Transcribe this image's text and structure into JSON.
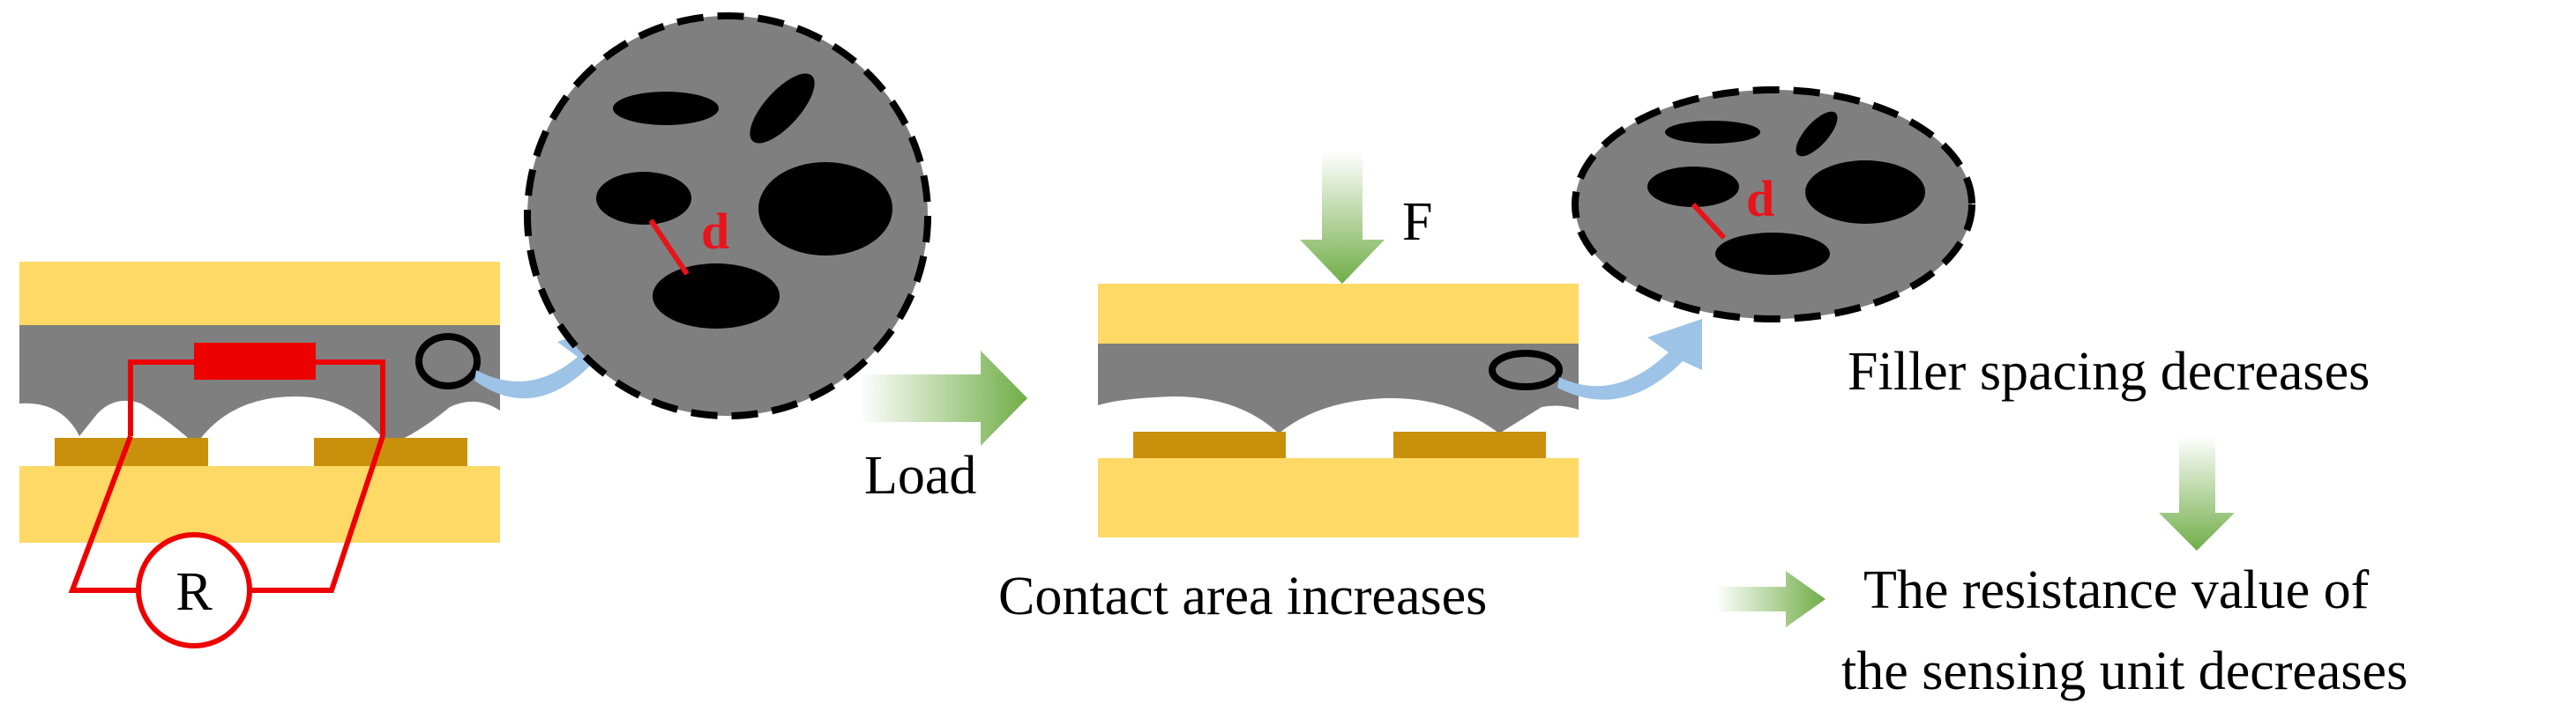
{
  "colors": {
    "electrode": "#FFD966",
    "pad": "#C9900C",
    "composite": "#7F7F7F",
    "filler": "#000000",
    "circuit": "#EE0000",
    "blue_arrow": "#9DC3E6",
    "green_arrow": "#70AD47",
    "distance": "#E8141B"
  },
  "left_panel": {
    "resistor_label": "R",
    "zoom_distance_label": "d"
  },
  "process": {
    "load_label": "Load",
    "force_label": "F"
  },
  "right_panel": {
    "zoom_distance_label": "d",
    "contact_text": "Contact area increases",
    "filler_text": "Filler spacing decreases",
    "result_line1": "The resistance value of",
    "result_line2": "the sensing unit decreases"
  }
}
